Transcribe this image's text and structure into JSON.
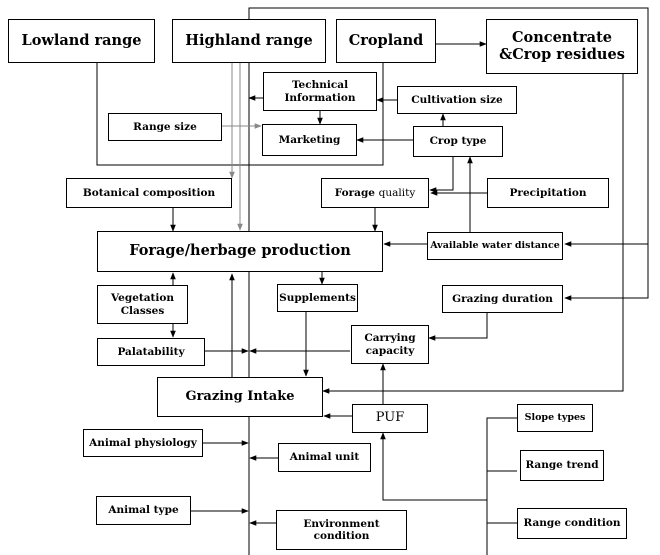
{
  "nodes": {
    "lowland_range": "Lowland range",
    "highland_range": "Highland range",
    "cropland": "Cropland",
    "concentrate_crop_residues": "Concentrate &Crop residues",
    "technical_information": "Technical Information",
    "cultivation_size": "Cultivation size",
    "range_size": "Range size",
    "marketing": "Marketing",
    "crop_type": "Crop type",
    "botanical_composition": "Botanical composition",
    "forage_quality_bold": "Forage",
    "forage_quality_rest": "quality",
    "precipitation": "Precipitation",
    "forage_herbage_production": "Forage/herbage production",
    "available_water_distance": "Available water distance",
    "vegetation_classes": "Vegetation Classes",
    "supplements": "Supplements",
    "grazing_duration": "Grazing duration",
    "palatability": "Palatability",
    "carrying_capacity": "Carrying capacity",
    "grazing_intake": "Grazing Intake",
    "puf": "PUF",
    "slope_types": "Slope types",
    "animal_physiology": "Animal physiology",
    "animal_unit": "Animal unit",
    "range_trend": "Range trend",
    "animal_type": "Animal type",
    "environment_condition": "Environment condition",
    "range_condition": "Range condition"
  }
}
